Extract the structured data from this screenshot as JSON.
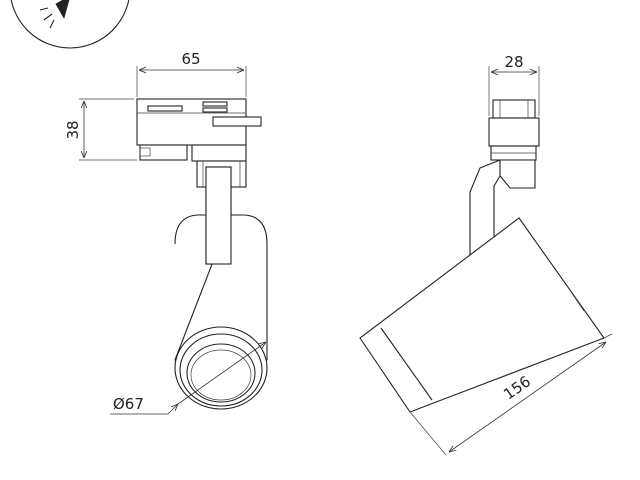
{
  "dimensions": {
    "width": "65",
    "height": "38",
    "depth": "28",
    "diameter": "Ø67",
    "length": "156"
  }
}
